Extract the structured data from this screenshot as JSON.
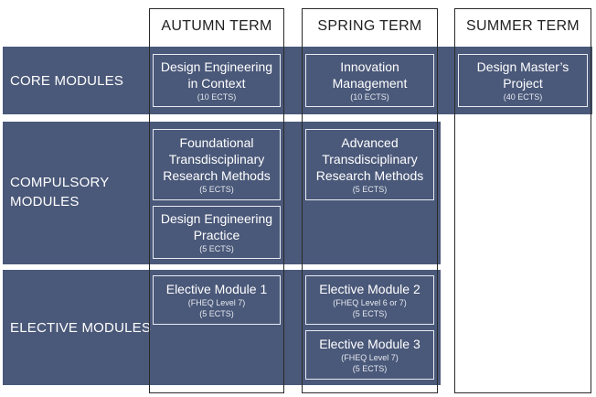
{
  "columns": [
    {
      "header": "AUTUMN TERM"
    },
    {
      "header": "SPRING TERM"
    },
    {
      "header": "SUMMER TERM"
    }
  ],
  "rows": [
    {
      "label": "CORE MODULES"
    },
    {
      "label": "COMPULSORY\nMODULES"
    },
    {
      "label": "ELECTIVE MODULES"
    }
  ],
  "modules": {
    "design_eng_context": {
      "title": "Design Engineering in Context",
      "details": [
        "(10 ECTS)"
      ]
    },
    "innovation_mgmt": {
      "title": "Innovation Management",
      "details": [
        "(10 ECTS)"
      ]
    },
    "design_masters_project": {
      "title": "Design Master’s Project",
      "details": [
        "(40 ECTS)"
      ]
    },
    "foundational_trm": {
      "title": "Foundational Transdisciplinary Research Methods",
      "details": [
        "(5 ECTS)"
      ]
    },
    "advanced_trm": {
      "title": "Advanced Transdisciplinary Research Methods",
      "details": [
        "(5 ECTS)"
      ]
    },
    "design_eng_practice": {
      "title": "Design Engineering Practice",
      "details": [
        "(5 ECTS)"
      ]
    },
    "elective_1": {
      "title": "Elective Module 1",
      "details": [
        "(FHEQ Level 7)",
        "(5 ECTS)"
      ]
    },
    "elective_2": {
      "title": "Elective Module 2",
      "details": [
        "(FHEQ Level 6 or 7)",
        "(5 ECTS)"
      ]
    },
    "elective_3": {
      "title": "Elective Module 3",
      "details": [
        "(FHEQ Level 7)",
        "(5 ECTS)"
      ]
    }
  },
  "colors": {
    "band": "#4a5879",
    "box_border": "#e8ebf2",
    "column_border": "#2a2a2a"
  }
}
